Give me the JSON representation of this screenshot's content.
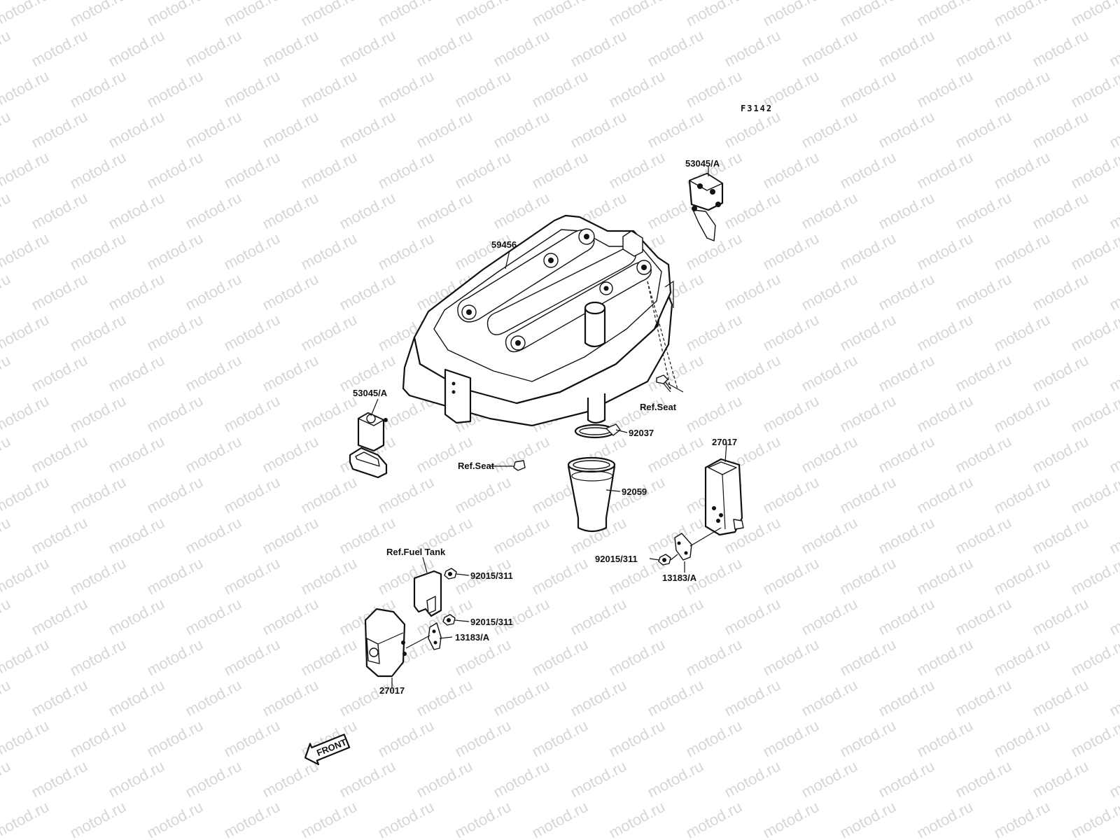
{
  "figure_code": "F3142",
  "watermark": "motod.ru",
  "front_marker": "FRONT",
  "labels": {
    "fuel_tank_cover": "59456",
    "bracket_top": "53045/A",
    "bracket_left": "53045/A",
    "ref_seat_right": "Ref.Seat",
    "ref_seat_left": "Ref.Seat",
    "clamp": "92037",
    "hose": "92059",
    "damper_right_top": "27017",
    "nut_right": "92015/311",
    "plate_right": "13183/A",
    "ref_fuel_tank": "Ref.Fuel Tank",
    "nut_left_top": "92015/311",
    "nut_left_bottom": "92015/311",
    "plate_left": "13183/A",
    "damper_left_bottom": "27017"
  }
}
